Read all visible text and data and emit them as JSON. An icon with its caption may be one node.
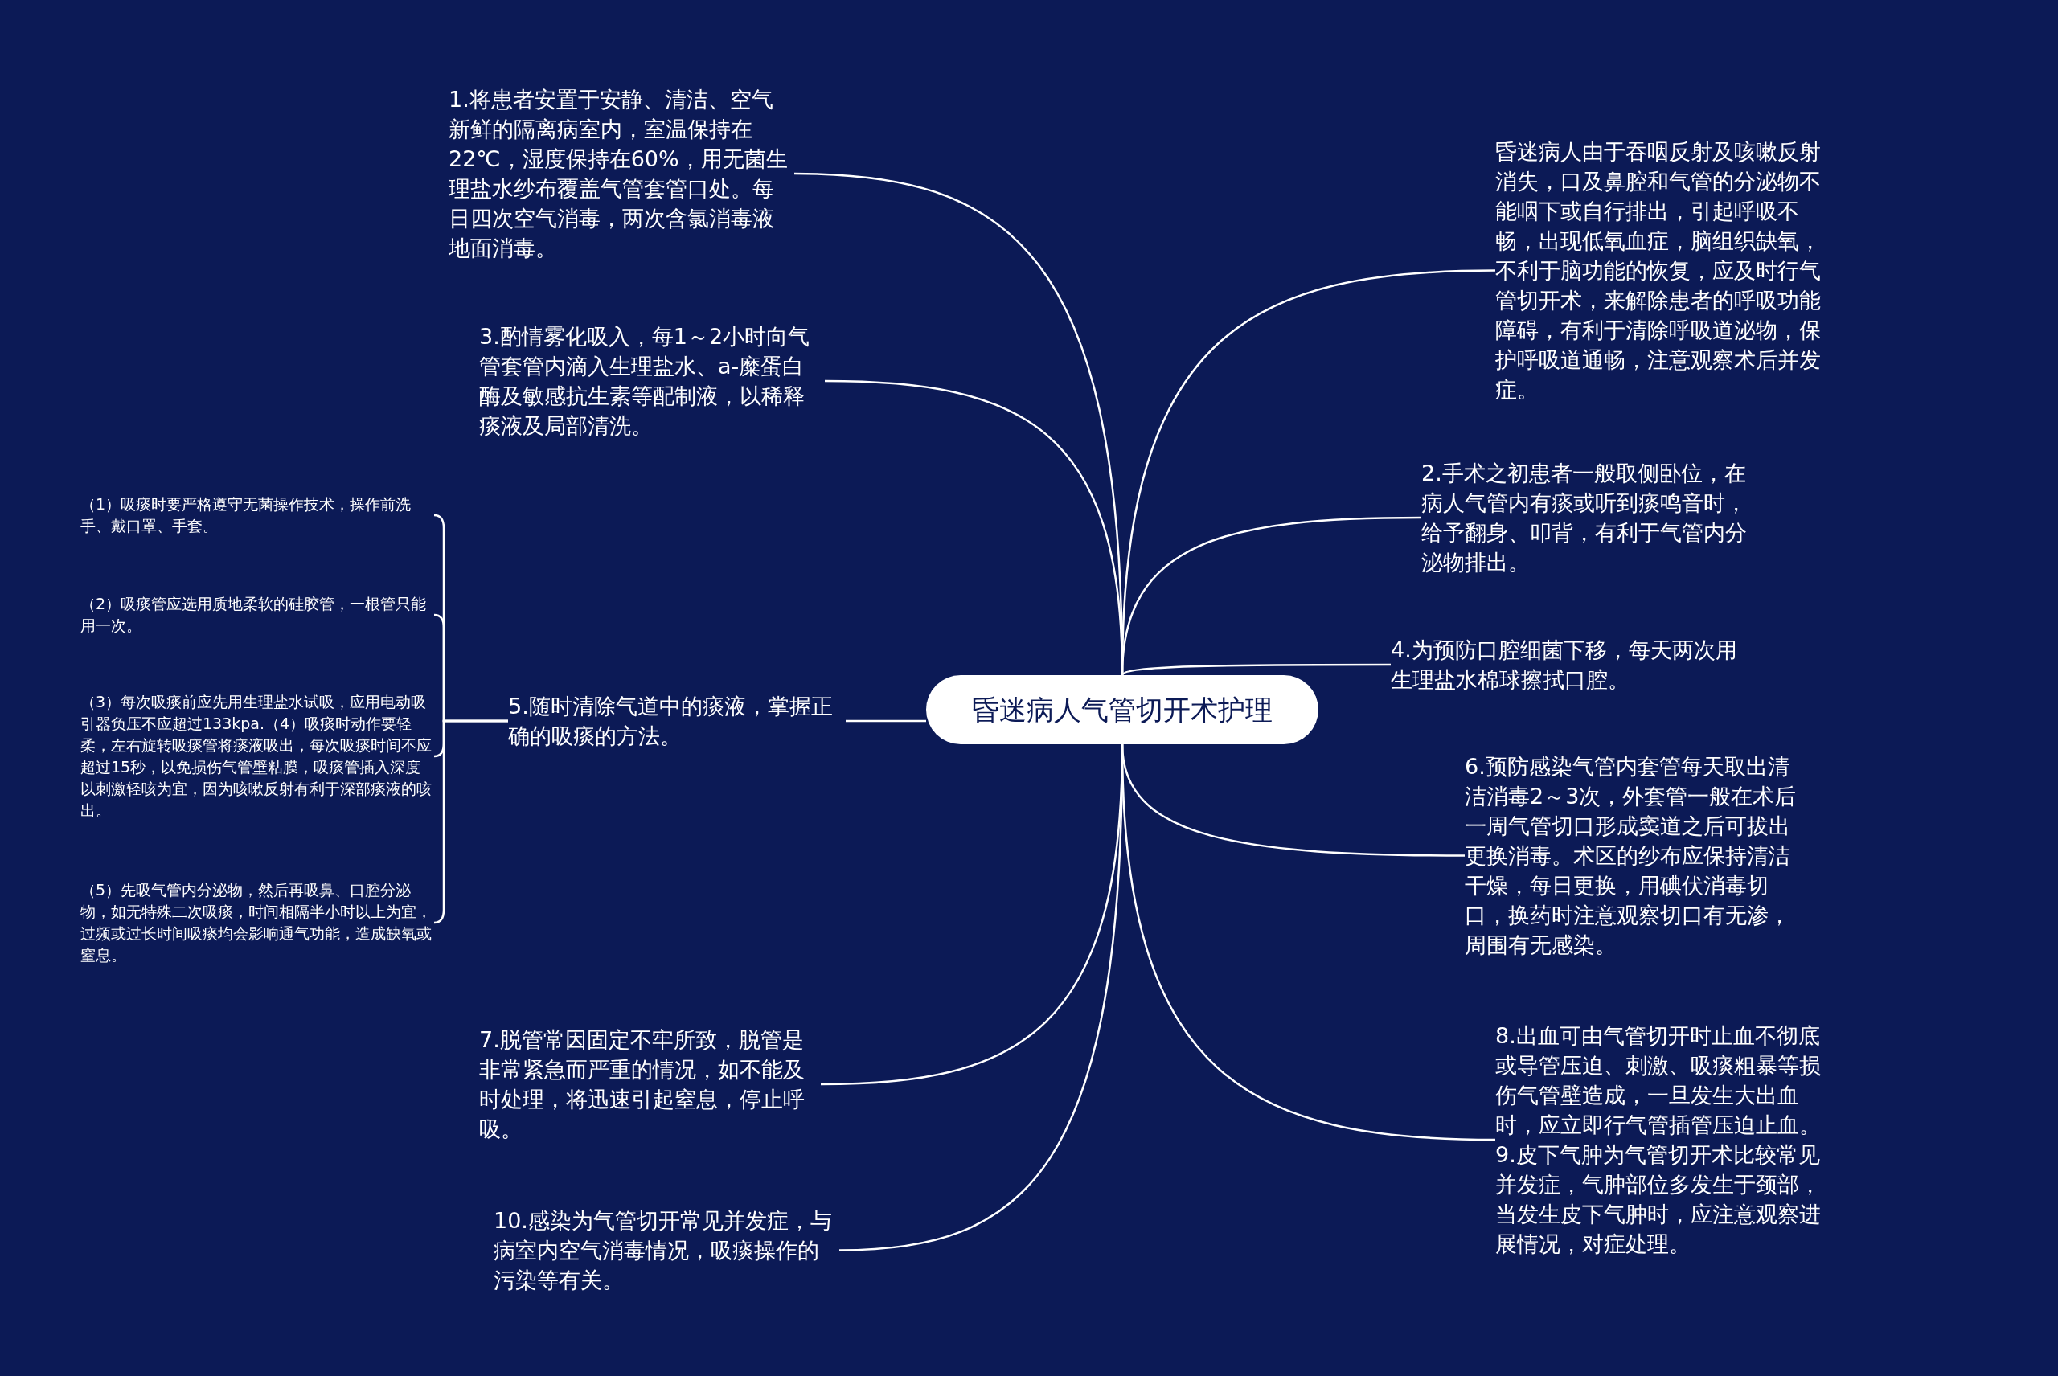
{
  "diagram": {
    "nodes": [
      {
        "text": [
          "昏迷病人气管切开术护理"
        ]
      },
      {
        "text": [
          "昏迷病人由于吞咽反射及咳嗽反射消失，口及鼻腔和气管的分泌物不能咽下或自行排出，引起呼吸不畅，出现低氧血症，脑组织缺氧，不利于脑功能的恢复，应及时行气管切开术，来解除患者的呼吸功能障碍，有利于清除呼吸道泌物，保护呼吸道通畅，注意观察术后并发症。"
        ]
      },
      {
        "text": [
          "1.将患者安置于安静、清洁、空气新鲜的隔离病室内，室温保持在22℃，湿度保持在60%，用无菌生理盐水纱布覆盖气管套管口处。每日四次空气消毒，两次含氯消毒液地面消毒。"
        ]
      },
      {
        "text": [
          "2.手术之初患者一般取侧卧位，在病人气管内有痰或听到痰鸣音时，给予翻身、叩背，有利于气管内分泌物排出。"
        ]
      },
      {
        "text": [
          "3.酌情雾化吸入，每1～2小时向气管套管内滴入生理盐水、a-糜蛋白酶及敏感抗生素等配制液，以稀释痰液及局部清洗。"
        ]
      },
      {
        "text": [
          "4.为预防口腔细菌下移，每天两次用生理盐水棉球擦拭口腔。"
        ]
      },
      {
        "text": [
          "5.随时清除气道中的痰液，掌握正确的吸痰的方法。"
        ]
      },
      {
        "text": [
          "（1）吸痰时要严格遵守无菌操作技术，操作前洗手、戴口罩、手套。"
        ]
      },
      {
        "text": [
          "（2）吸痰管应选用质地柔软的硅胶管，一根管只能用一次。"
        ]
      },
      {
        "text": [
          "（3）每次吸痰前应先用生理盐水试吸，应用电动吸引器负压不应超过133kpa.（4）吸痰时动作要轻柔，左右旋转吸痰管将痰液吸出，每次吸痰时间不应超过15秒，以免损伤气管壁粘膜，吸痰管插入深度以刺激轻咳为宜，因为咳嗽反射有利于深部痰液的咳出。"
        ]
      },
      {
        "text": [
          "（5）先吸气管内分泌物，然后再吸鼻、口腔分泌物，如无特殊二次吸痰，时间相隔半小时以上为宜，过频或过长时间吸痰均会影响通气功能，造成缺氧或窒息。"
        ]
      },
      {
        "text": [
          "6.预防感染气管内套管每天取出清洁消毒2～3次，外套管一般在术后一周气管切口形成窦道之后可拔出更换消毒。术区的纱布应保持清洁干燥，每日更换，用碘伏消毒切口，换药时注意观察切口有无渗，周围有无感染。"
        ]
      },
      {
        "text": [
          "7.脱管常因固定不牢所致，脱管是非常紧急而严重的情况，如不能及时处理，将迅速引起窒息，停止呼吸。"
        ]
      },
      {
        "text": [
          "8.出血可由气管切开时止血不彻底或导管压迫、刺激、吸痰粗暴等损伤气管壁造成，一旦发生大出血时，应立即行气管插管压迫止血。9.皮下气肿为气管切开术比较常见并发症，气肿部位多发生于颈部，当发生皮下气肿时，应注意观察进展情况，对症处理。"
        ]
      },
      {
        "text": [
          "10.感染为气管切开常见并发症，与病室内空气消毒情况，吸痰操作的污染等有关。"
        ]
      }
    ],
    "edges": [
      {
        "from": 0,
        "to": 1,
        "arrow": "none"
      },
      {
        "from": 0,
        "to": 2,
        "arrow": "none"
      },
      {
        "from": 0,
        "to": 3,
        "arrow": "none"
      },
      {
        "from": 0,
        "to": 4,
        "arrow": "none"
      },
      {
        "from": 0,
        "to": 5,
        "arrow": "none"
      },
      {
        "from": 0,
        "to": 6,
        "arrow": "none"
      },
      {
        "from": 6,
        "to": 7,
        "arrow": "none"
      },
      {
        "from": 6,
        "to": 8,
        "arrow": "none"
      },
      {
        "from": 6,
        "to": 9,
        "arrow": "none"
      },
      {
        "from": 6,
        "to": 10,
        "arrow": "none"
      },
      {
        "from": 0,
        "to": 11,
        "arrow": "none"
      },
      {
        "from": 0,
        "to": 12,
        "arrow": "none"
      },
      {
        "from": 0,
        "to": 13,
        "arrow": "none"
      },
      {
        "from": 0,
        "to": 14,
        "arrow": "none"
      }
    ]
  }
}
